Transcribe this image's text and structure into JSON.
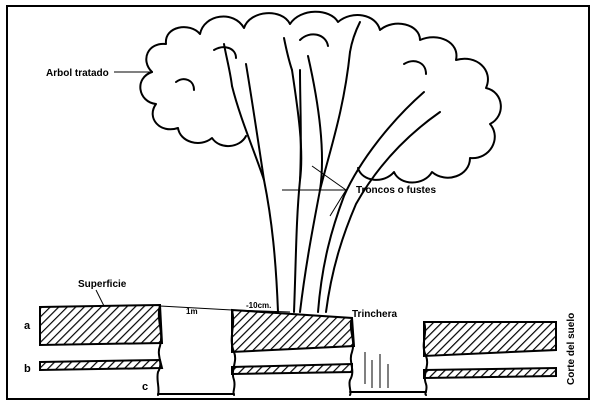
{
  "diagram": {
    "labels": {
      "tree": "Arbol tratado",
      "trunks": "Troncos o fustes",
      "surface": "Superficie",
      "trench": "Trinchera",
      "soil_cut": "Corte del suelo",
      "dist_1m": "1m",
      "dist_10cm": "-10cm.",
      "layer_a": "a",
      "layer_b": "b",
      "layer_c": "c"
    }
  }
}
